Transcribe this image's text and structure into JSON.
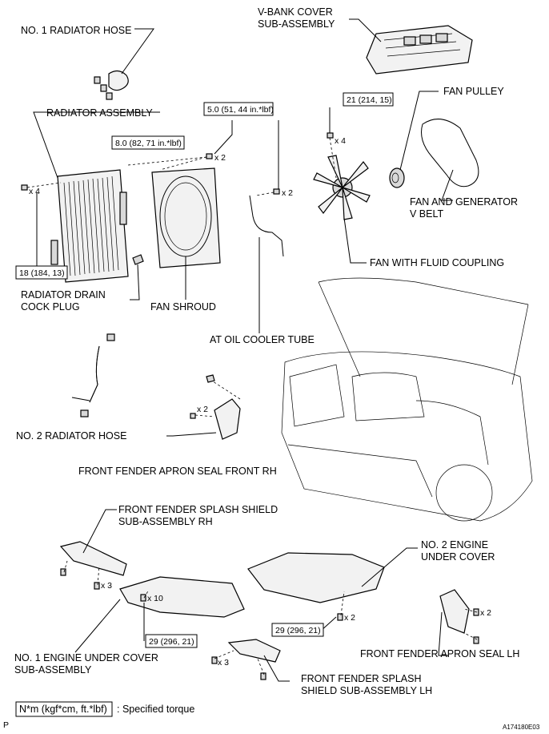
{
  "labels": {
    "no1_radiator_hose": "NO. 1 RADIATOR HOSE",
    "v_bank_cover_1": "V-BANK COVER",
    "v_bank_cover_2": "SUB-ASSEMBLY",
    "fan_pulley": "FAN PULLEY",
    "radiator_assembly": "RADIATOR ASSEMBLY",
    "fan_belt_1": "FAN AND GENERATOR",
    "fan_belt_2": "V BELT",
    "fan_fluid_coupling": "FAN WITH FLUID COUPLING",
    "drain_cock_1": "RADIATOR DRAIN",
    "drain_cock_2": "COCK PLUG",
    "fan_shroud": "FAN SHROUD",
    "oil_cooler_tube": "AT OIL COOLER TUBE",
    "no2_radiator_hose": "NO. 2 RADIATOR HOSE",
    "apron_seal_rh": "FRONT FENDER APRON SEAL FRONT RH",
    "splash_rh_1": "FRONT FENDER SPLASH SHIELD",
    "splash_rh_2": "SUB-ASSEMBLY RH",
    "no2_under_1": "NO. 2 ENGINE",
    "no2_under_2": "UNDER COVER",
    "no1_under_1": "NO. 1 ENGINE UNDER COVER",
    "no1_under_2": "SUB-ASSEMBLY",
    "apron_seal_lh": "FRONT FENDER APRON SEAL LH",
    "splash_lh_1": "FRONT FENDER SPLASH",
    "splash_lh_2": "SHIELD SUB-ASSEMBLY LH"
  },
  "torque": {
    "t_5_0": "5.0 (51, 44 in.*lbf)",
    "t_21": "21 (214, 15)",
    "t_8_0": "8.0 (82, 71 in.*lbf)",
    "t_18": "18 (184, 13)",
    "t_29_a": "29 (296, 21)",
    "t_29_b": "29 (296, 21)"
  },
  "quantities": {
    "x2_shroud": "x 2",
    "x4_fan": "x 4",
    "x4_radiator": "x 4",
    "x2_tube": "x 2",
    "x2_apron_rh": "x 2",
    "x3_splash_rh": "x 3",
    "x10_under": "x 10",
    "x2_no2_under": "x 2",
    "x2_apron_lh": "x 2",
    "x3_splash_lh": "x 3"
  },
  "legend": {
    "unit": "N*m (kgf*cm, ft.*lbf)",
    "text": ": Specified torque"
  },
  "footer": {
    "page_mark": "P",
    "figure_id": "A174180E03"
  }
}
